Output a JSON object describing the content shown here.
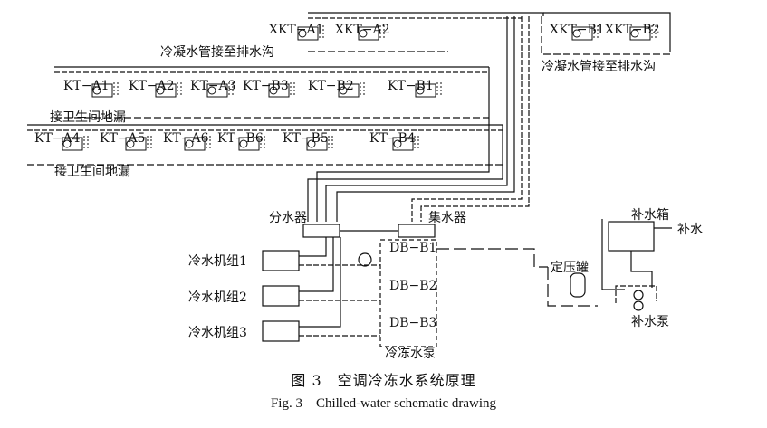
{
  "fan_coil_units": {
    "row_xkt_a": [
      "XKT−A1",
      "XKT−A2"
    ],
    "row_xkt_b": [
      "XKT−B1",
      "XKT−B2"
    ],
    "row_1": [
      "KT−A1",
      "KT−A2",
      "KT−A3",
      "KT−B3",
      "KT−B2",
      "KT−B1"
    ],
    "row_2": [
      "KT−A4",
      "KT−A5",
      "KT−A6",
      "KT−B6",
      "KT−B5",
      "KT−B4"
    ]
  },
  "notes": {
    "condensate_left": "冷凝水管接至排水沟",
    "condensate_right": "冷凝水管接至排水沟",
    "floor_drain_1": "接卫生间地漏",
    "floor_drain_2": "接卫生间地漏"
  },
  "equipment": {
    "supply_header": "分水器",
    "return_header": "集水器",
    "chillers": [
      "冷水机组1",
      "冷水机组2",
      "冷水机组3"
    ],
    "pumps": [
      "DB−B1",
      "DB−B2",
      "DB−B3"
    ],
    "pump_group": "冷冻水泵",
    "makeup_tank": "补水箱",
    "makeup_water": "补水",
    "pressure_tank": "定压罐",
    "makeup_pump": "补水泵"
  },
  "caption": {
    "zh": "图 3　空调冷冻水系统原理",
    "en": "Fig. 3　Chilled-water schematic drawing"
  }
}
